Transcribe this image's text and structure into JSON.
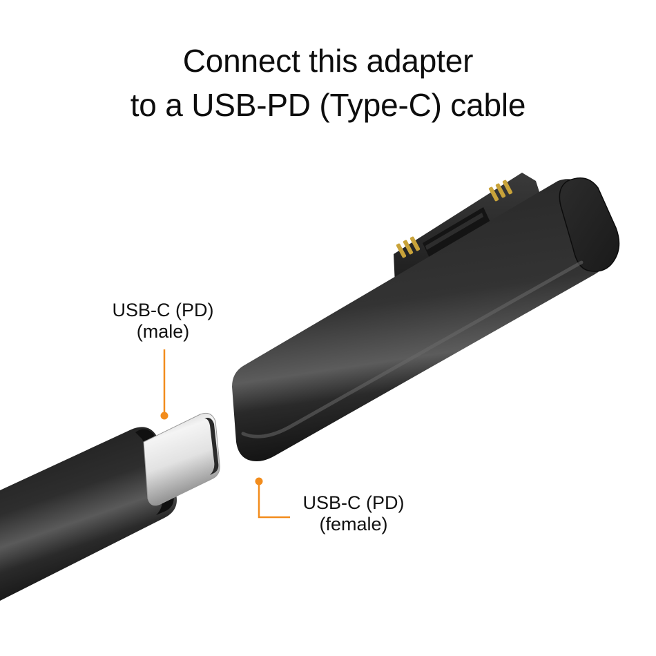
{
  "headline": {
    "line1": "Connect this adapter",
    "line2": "to a USB-PD (Type-C) cable"
  },
  "callouts": {
    "male": {
      "line1": "USB-C (PD)",
      "line2": "(male)"
    },
    "female": {
      "line1": "USB-C (PD)",
      "line2": "(female)"
    }
  },
  "colors": {
    "accent_orange": "#f28c1c",
    "background": "#ffffff",
    "body_black": "#2b2b2b",
    "contact_gold": "#c9a33a",
    "connector_silver": "#d9d9d9"
  }
}
